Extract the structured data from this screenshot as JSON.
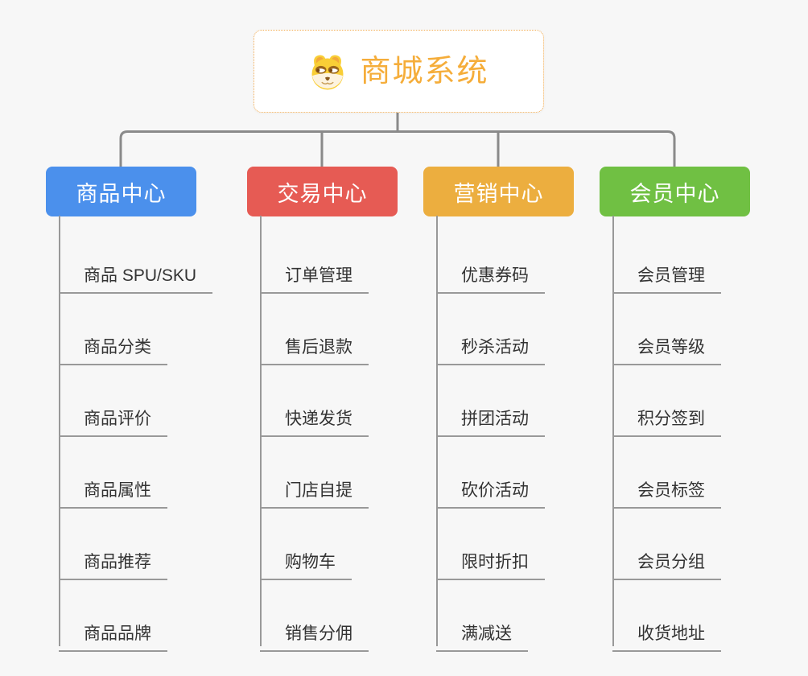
{
  "root": {
    "title": "商城系统",
    "icon": "dog-face-icon",
    "title_color": "#f5ad3a",
    "border_color": "#f2ad55"
  },
  "colors": {
    "background": "#f7f7f7",
    "connector_line": "#8a8a8a",
    "leaf_line": "#999999",
    "leaf_text": "#333333"
  },
  "branches": [
    {
      "label": "商品中心",
      "color": "#4b90ec",
      "items": [
        "商品 SPU/SKU",
        "商品分类",
        "商品评价",
        "商品属性",
        "商品推荐",
        "商品品牌"
      ]
    },
    {
      "label": "交易中心",
      "color": "#e65b54",
      "items": [
        "订单管理",
        "售后退款",
        "快递发货",
        "门店自提",
        "购物车",
        "销售分佣"
      ]
    },
    {
      "label": "营销中心",
      "color": "#ecae3f",
      "items": [
        "优惠券码",
        "秒杀活动",
        "拼团活动",
        "砍价活动",
        "限时折扣",
        "满减送"
      ]
    },
    {
      "label": "会员中心",
      "color": "#70c043",
      "items": [
        "会员管理",
        "会员等级",
        "积分签到",
        "会员标签",
        "会员分组",
        "收货地址"
      ]
    }
  ]
}
